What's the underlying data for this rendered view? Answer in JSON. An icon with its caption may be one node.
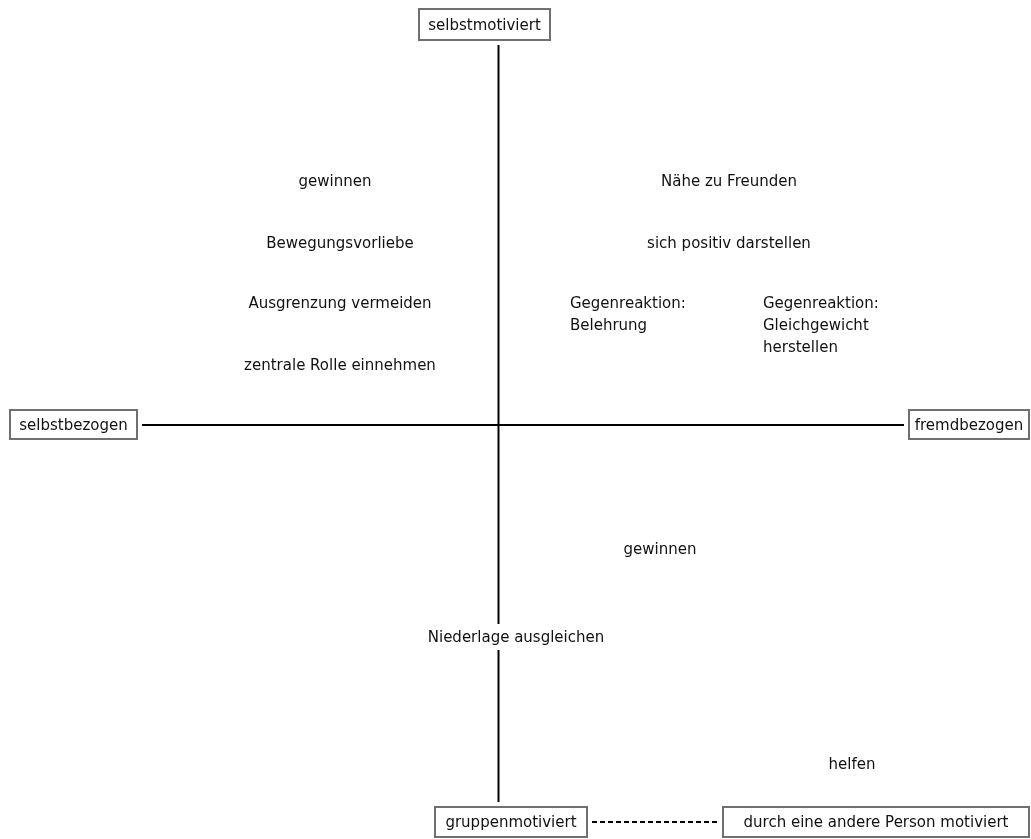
{
  "diagram": {
    "nodes": [
      {
        "text": [
          "selbstmotiviert"
        ]
      },
      {
        "text": [
          "selbstbezogen"
        ]
      },
      {
        "text": [
          "fremdbezogen"
        ]
      },
      {
        "text": [
          "gruppenmotiviert"
        ]
      },
      {
        "text": [
          "durch eine andere Person motiviert"
        ]
      }
    ],
    "edges": [
      {
        "from": 0,
        "to": 3,
        "arrow": "none"
      },
      {
        "from": 1,
        "to": 2,
        "arrow": "none"
      },
      {
        "from": 3,
        "to": 4,
        "arrow": "none",
        "style": "dashed"
      }
    ],
    "labels": [
      "gewinnen",
      "Nähe zu Freunden",
      "Bewegungsvorliebe",
      "sich positiv darstellen",
      "Ausgrenzung vermeiden",
      "Gegenreaktion: Belehrung",
      "Gegenreaktion: Gleichgewicht herstellen",
      "zentrale Rolle einnehmen",
      "gewinnen",
      "Niederlage ausgleichen",
      "helfen"
    ]
  }
}
